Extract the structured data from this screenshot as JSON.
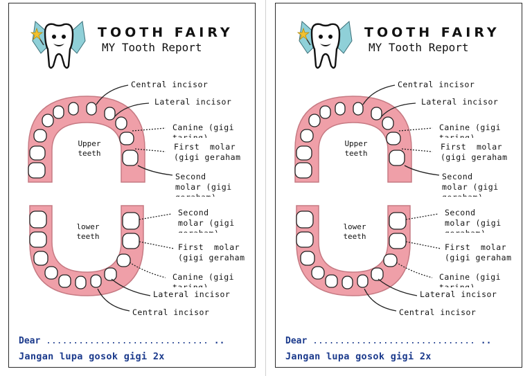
{
  "header": {
    "brand": "TOOTH FAIRY",
    "subtitle": "MY Tooth Report"
  },
  "upper": {
    "jaw_label": "Upper\nteeth",
    "central": "Central  incisor",
    "lateral": "Lateral  incisor",
    "canine": "Canine (gigi\ntaring)",
    "first_molar": "First  molar\n(gigi geraham",
    "second_molar": "Second\nmolar (gigi\ngeraham)"
  },
  "lower": {
    "jaw_label": "lower\nteeth",
    "second_molar": "Second\nmolar (gigi\ngeraham)",
    "first_molar": "First  molar\n(gigi geraham",
    "canine": "Canine (gigi\ntaring)",
    "lateral": "Lateral  incisor",
    "central": "Central  incisor"
  },
  "footer": {
    "dear_label": "Dear",
    "dear_dots": "..............................",
    "dear_suffix": "..",
    "reminder": "Jangan lupa gosok gigi 2x"
  },
  "colors": {
    "gum": "#ef9fa8",
    "gum_outline": "#c67a83",
    "ink": "#1b3a8c",
    "wing": "#8fd0d8",
    "star": "#f2c12e"
  }
}
